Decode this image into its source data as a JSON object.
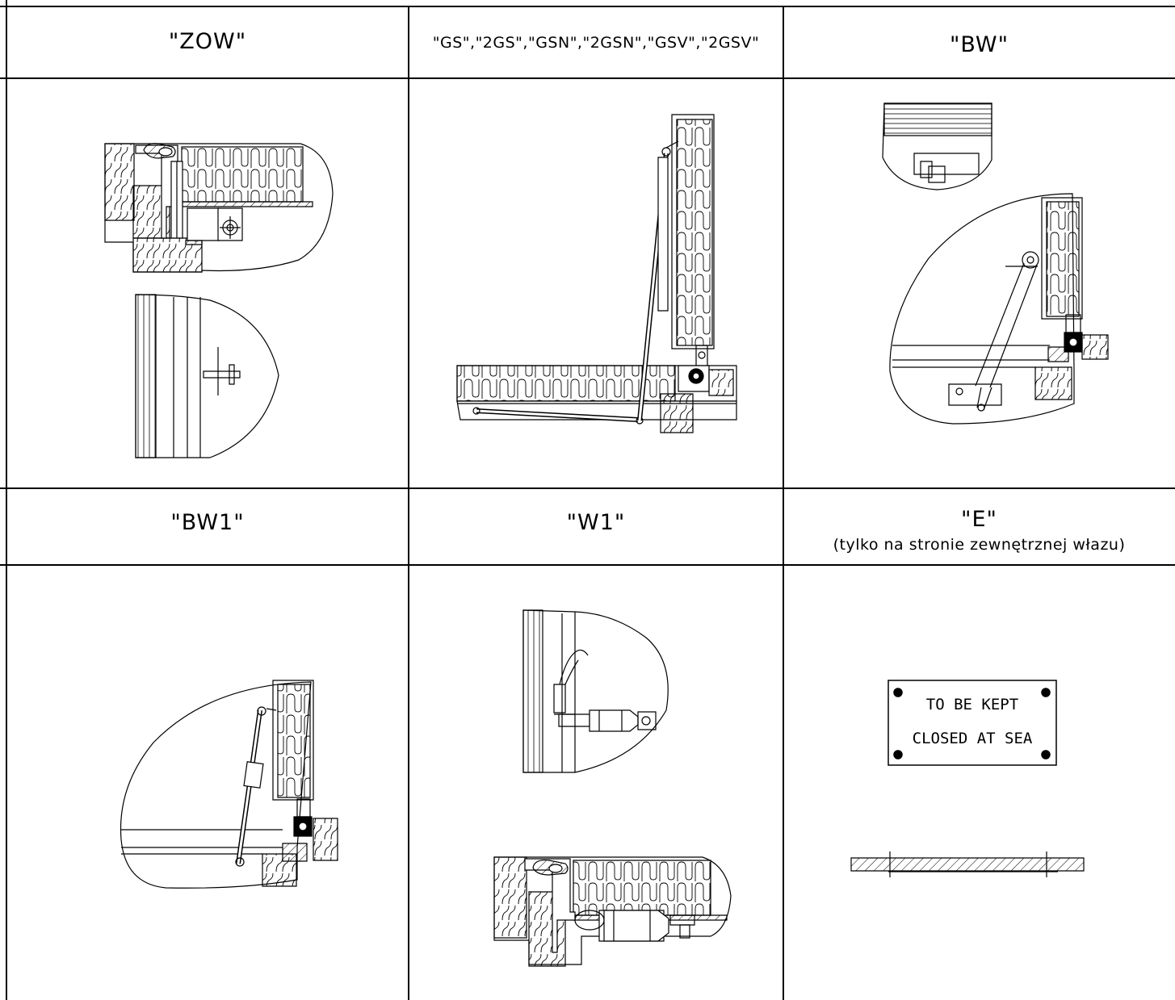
{
  "cells": [
    {
      "label": "\"ZOW\""
    },
    {
      "label": "\"GS\",\"2GS\",\"GSN\",\"2GSN\",\"GSV\",\"2GSV\""
    },
    {
      "label": "\"BW\""
    },
    {
      "label": "\"BW1\""
    },
    {
      "label": "\"W1\""
    },
    {
      "label": "\"E\"",
      "note": "(tylko na stronie zewnętrznej włazu)"
    }
  ],
  "plate": {
    "line1": "TO BE KEPT",
    "line2": "CLOSED AT SEA"
  }
}
